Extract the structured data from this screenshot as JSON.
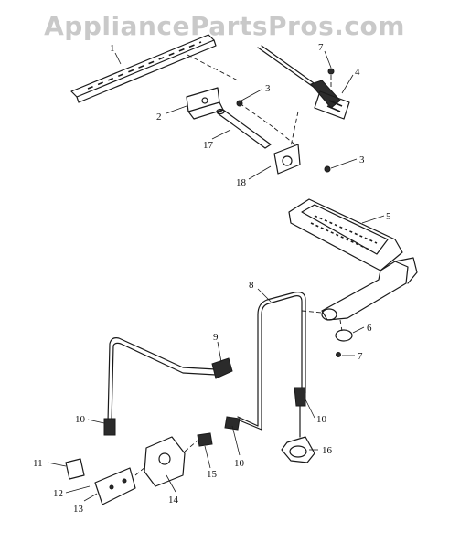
{
  "watermark": "AppliancePartsPros.com",
  "callouts": {
    "c1": "1",
    "c2": "2",
    "c3a": "3",
    "c3b": "3",
    "c4": "4",
    "c5": "5",
    "c6": "6",
    "c7a": "7",
    "c7b": "7",
    "c8": "8",
    "c9": "9",
    "c10a": "10",
    "c10b": "10",
    "c10c": "10",
    "c11": "11",
    "c12": "12",
    "c13": "13",
    "c14": "14",
    "c15": "15",
    "c16": "16",
    "c17": "17",
    "c18": "18"
  }
}
